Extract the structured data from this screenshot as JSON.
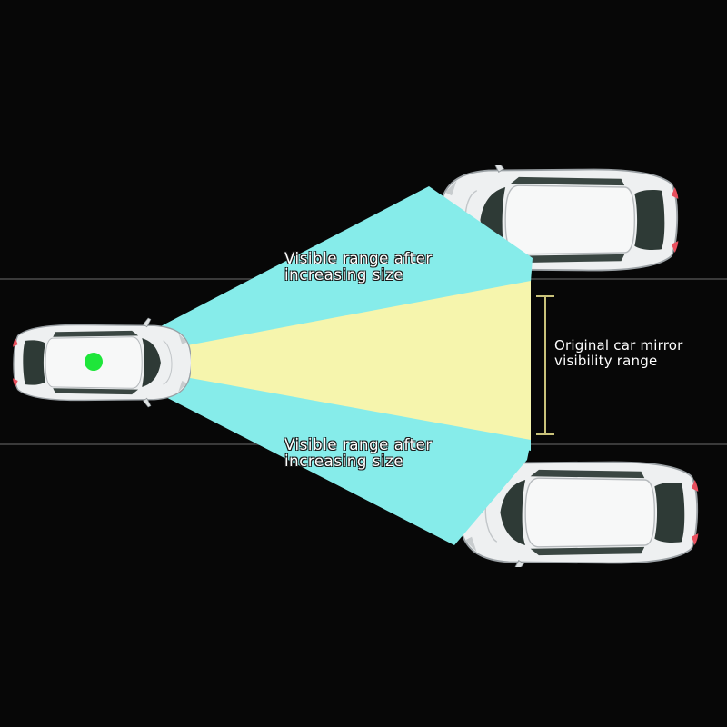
{
  "labels": {
    "upper": {
      "line1": "Visible range after",
      "line2": "increasing size"
    },
    "lower": {
      "line1": "Visible range after",
      "line2": "increasing size"
    },
    "original": {
      "line1": "Original car mirror",
      "line2": "visibility range"
    }
  },
  "colors": {
    "background": "#070707",
    "extended_range": "#86ecea",
    "original_range": "#f6f5ad",
    "mirror_point": "#1ee63a",
    "bracket": "#c9c27a",
    "car_body": "#eef0f1",
    "car_glass": "#2e3a36",
    "tail_light": "#e8505e"
  },
  "icons": {
    "ego_car": "car-top-view-icon",
    "upper_car": "car-top-view-icon",
    "lower_car": "car-top-view-icon"
  }
}
